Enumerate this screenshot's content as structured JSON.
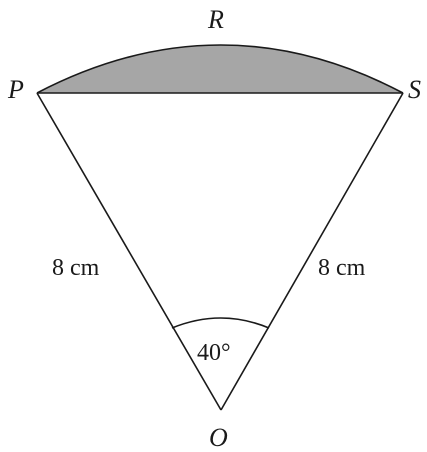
{
  "points": {
    "P": "P",
    "R": "R",
    "S": "S",
    "O": "O"
  },
  "lengths": {
    "left_side": "8 cm",
    "right_side": "8 cm"
  },
  "angle": "40°",
  "colors": {
    "segment_fill": "#a6a6a6",
    "stroke": "#1a1a1a"
  }
}
